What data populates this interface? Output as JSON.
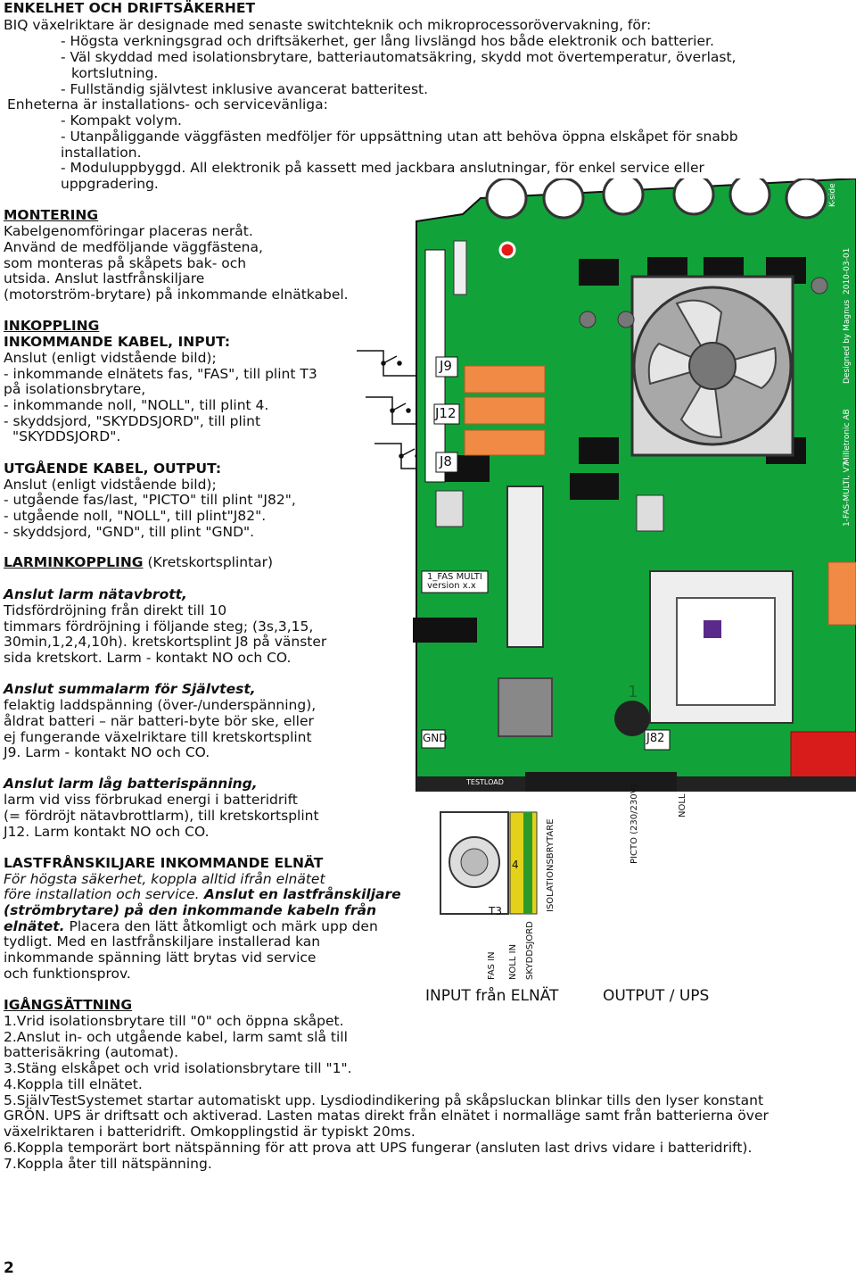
{
  "intro": {
    "heading": "ENKELHET OCH DRIFTSÄKERHET",
    "lead": "BIQ växelriktare är designade med senaste switchteknik och mikroprocessorövervakning, för:",
    "b1": "- Högsta verkningsgrad och driftsäkerhet, ger lång livslängd hos både elektronik och batterier.",
    "b2a": "- Väl skyddad med isolationsbrytare, batteriautomatsäkring, skydd mot övertemperatur, överlast,",
    "b2b": "kortslutning.",
    "b3": "- Fullständig självtest inklusive avancerat batteritest.",
    "lead2": "Enheterna är installations- och servicevänliga:",
    "c1": "- Kompakt volym.",
    "c2a": "- Utanpåliggande väggfästen medföljer för uppsättning utan att behöva öppna elskåpet för snabb",
    "c2b": "installation.",
    "c3a": "- Moduluppbyggd. All elektronik på kassett med jackbara anslutningar, för enkel service eller",
    "c3b": "uppgradering."
  },
  "montering": {
    "heading": "MONTERING",
    "l1": "Kabelgenomföringar placeras neråt.",
    "l2": "Använd de medföljande väggfästena,",
    "l3": "som monteras på skåpets bak- och",
    "l4": "utsida. Anslut lastfrånskiljare",
    "l5": "(motorström-brytare) på inkommande elnätkabel."
  },
  "inkoppling": {
    "heading": "INKOPPLING",
    "sub": "INKOMMANDE KABEL, INPUT:",
    "l1": "Anslut (enligt vidstående bild);",
    "l2": "- inkommande elnätets fas, \"FAS\", till plint T3",
    "l3": "på isolationsbrytare,",
    "l4": "- inkommande noll, \"NOLL\", till plint 4.",
    "l5": "- skyddsjord, \"SKYDDSJORD\", till plint",
    "l6": "\"SKYDDSJORD\"."
  },
  "utgaende": {
    "heading": "UTGÅENDE KABEL, OUTPUT:",
    "l1": "Anslut (enligt vidstående bild);",
    "l2": "- utgående fas/last, \"PICTO\" till plint \"J82\",",
    "l3": "- utgående noll, \"NOLL\", till plint\"J82\".",
    "l4": "- skyddsjord, \"GND\", till plint \"GND\"."
  },
  "larm": {
    "heading": "LARMINKOPPLING",
    "heading_suffix": " (Kretskortsplintar)",
    "a_title": "Anslut larm nätavbrott,",
    "a1": "Tidsfördröjning från direkt till 10",
    "a2": "timmars fördröjning i följande steg; (3s,3,15,",
    "a3": "30min,1,2,4,10h). kretskortsplint J8 på vänster",
    "a4": "sida kretskort. Larm - kontakt NO och CO.",
    "b_title": "Anslut summalarm för Självtest,",
    "b1": "felaktig laddspänning (över-/underspänning),",
    "b2": "åldrat batteri – när batteri-byte bör ske, eller",
    "b3": "ej fungerande växelriktare till kretskortsplint",
    "b4": "J9. Larm - kontakt NO och CO.",
    "c_title": "Anslut larm låg batterispänning,",
    "c1": "larm vid viss förbrukad energi i batteridrift",
    "c2": "(= fördröjt nätavbrottlarm), till kretskortsplint",
    "c3": "J12. Larm kontakt NO och CO."
  },
  "last": {
    "heading": "LASTFRÅNSKILJARE INKOMMANDE ELNÄT",
    "l1": "För högsta säkerhet, koppla alltid ifrån elnätet",
    "l2": "före installation och service.",
    "l2b": " Anslut en lastfrånskiljare",
    "l3": "(strömbrytare) på den inkommande kabeln från",
    "l4a": "elnätet.",
    "l4b": " Placera den lätt åtkomligt och märk upp den",
    "l5": "tydligt. Med en lastfrånskiljare installerad kan",
    "l6": "inkommande spänning lätt brytas vid service",
    "l7": "och funktionsprov."
  },
  "start": {
    "heading": "IGÅNGSÄTTNING",
    "s1": "1.Vrid isolationsbrytare till \"0\" och öppna skåpet.",
    "s2a": "2.Anslut in- och utgående kabel, larm samt slå till",
    "s2b": "batterisäkring (automat).",
    "s3": "3.Stäng elskåpet och vrid isolationsbrytare till \"1\".",
    "s4": "4.Koppla till elnätet.",
    "s5a": "5.SjälvTestSystemet startar automatiskt upp. Lysdiodindikering på skåpsluckan blinkar tills den lyser konstant",
    "s5b": "GRÖN. UPS är driftsatt och aktiverad. Lasten matas direkt från elnätet i normalläge samt från batterierna över",
    "s5c": "växelriktaren i batteridrift. Omkopplingstid är typiskt 20ms.",
    "s6": "6.Koppla temporärt bort nätspänning för att prova att UPS fungerar (ansluten last drivs vidare i batteridrift).",
    "s7": "7.Koppla åter till nätspänning."
  },
  "diagram": {
    "j9": "J9",
    "j12": "J12",
    "j8": "J8",
    "gnd": "GND",
    "j82": "J82",
    "label_box_1": "1_FAS MULTI",
    "label_box_2": "version x.x",
    "testload": "TESTLOAD",
    "t3": "T3",
    "four": "4",
    "isolationsbrytare": "ISOLATIONSBRYTARE",
    "skyddsjord": "SKYDDSJORD",
    "noll_in": "NOLL IN",
    "fas_in": "FAS IN",
    "picto": "PICTO (230/230V)",
    "noll": "NOLL",
    "input": "INPUT från ELNÄT",
    "output": "OUTPUT / UPS",
    "designed": "Designed by Magnus",
    "date": "2010-03-01",
    "company": "Milletronic AB",
    "model": "1-FAS-MULTI, V7",
    "kside": "K-side",
    "one": "1"
  },
  "page_number": "2"
}
